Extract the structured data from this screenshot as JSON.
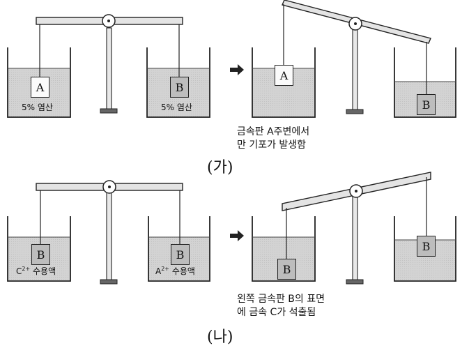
{
  "parts": [
    {
      "label": "(가)",
      "solution_left": "5% 염산",
      "solution_right": "5% 염산",
      "plate_left_before": "A",
      "plate_right_before": "B",
      "plate_left_after": "A",
      "plate_right_after": "B",
      "observation_line1": "금속판 A주변에서",
      "observation_line2": "만 기포가 발생함"
    },
    {
      "label": "(나)",
      "solution_left_ion": "C",
      "solution_left_charge": "2+",
      "solution_left_rest": "수용액",
      "solution_right_ion": "A",
      "solution_right_charge": "2+",
      "solution_right_rest": "수용액",
      "plate_left_before": "B",
      "plate_right_before": "B",
      "plate_left_after": "B",
      "plate_right_after": "B",
      "observation_line1": "왼쪽 금속판 B의 표면",
      "observation_line2": "에 금속 C가 석출됨"
    }
  ],
  "arrow_symbol": "➡"
}
